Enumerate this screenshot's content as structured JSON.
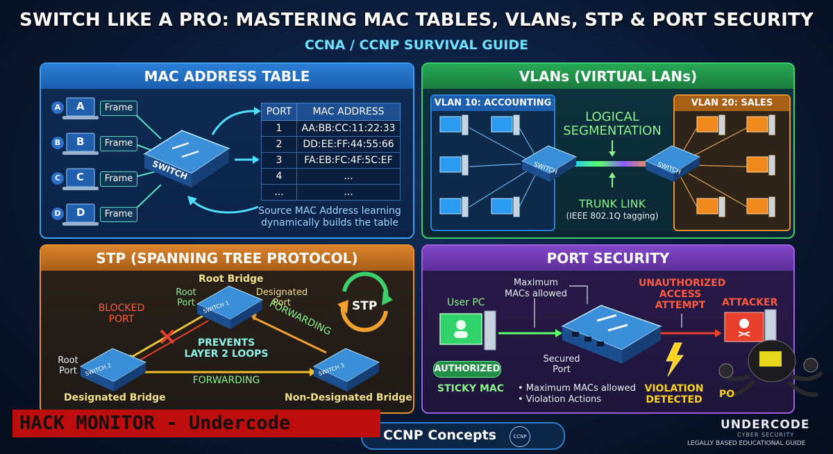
{
  "title": "SWITCH LIKE A PRO: MASTERING MAC TABLES, VLANs, STP & PORT SECURITY",
  "subtitle": "CCNA / CCNP SURVIVAL GUIDE",
  "mac_panel": {
    "heading": "MAC ADDRESS TABLE",
    "hosts": [
      {
        "letter": "A",
        "label": "A"
      },
      {
        "letter": "B",
        "label": "B"
      },
      {
        "letter": "C",
        "label": "C"
      },
      {
        "letter": "D",
        "label": "D"
      }
    ],
    "frame_label": "Frame",
    "switch_label": "SWITCH",
    "table": {
      "headers": [
        "PORT",
        "MAC ADDRESS"
      ],
      "rows": [
        [
          "1",
          "AA:BB:CC:11:22:33"
        ],
        [
          "2",
          "DD:EE:FF:44:55:66"
        ],
        [
          "3",
          "FA:EB:FC:4F:5C:EF"
        ],
        [
          "4",
          "..."
        ],
        [
          "...",
          "..."
        ]
      ]
    },
    "note_line1": "Source MAC Address learning",
    "note_line2": "dynamically builds the table"
  },
  "vlan_panel": {
    "heading": "VLANs (VIRTUAL LANs)",
    "vlan10": "VLAN 10: ACCOUNTING",
    "vlan20": "VLAN 20: SALES",
    "segmentation_line1": "LOGICAL",
    "segmentation_line2": "SEGMENTATION",
    "trunk": "TRUNK LINK",
    "trunk_note": "(IEEE 802.1Q tagging)",
    "switch_label": "SWITCH"
  },
  "stp_panel": {
    "heading": "STP (SPANNING TREE PROTOCOL)",
    "root_bridge": "Root Bridge",
    "root_port_top": "Root Port",
    "designated_port": "Designated Port",
    "blocked_port_line1": "BLOCKED",
    "blocked_port_line2": "PORT",
    "prevents_line1": "PREVENTS",
    "prevents_line2": "LAYER 2 LOOPS",
    "forwarding_diag": "FORWARDING",
    "forwarding_bottom": "FORWARDING",
    "root_port_left": "Root Port",
    "designated_bridge": "Designated Bridge",
    "non_designated_bridge": "Non-Designated Bridge",
    "stp_badge": "STP",
    "switch1": "SWITCH 1",
    "switch2": "SWITCH 2",
    "switch3": "SWITCH 3"
  },
  "port_panel": {
    "heading": "PORT SECURITY",
    "max_macs_line1": "Maximum",
    "max_macs_line2": "MACs allowed",
    "user_pc": "User PC",
    "authorized": "AUTHORIZED",
    "sticky_mac": "STICKY MAC",
    "secured_line1": "Secured",
    "secured_line2": "Port",
    "bullet1": "• Maximum MACs allowed",
    "bullet2": "• Violation Actions",
    "unauth_line1": "UNAUTHORIZED",
    "unauth_line2": "ACCESS",
    "unauth_line3": "ATTEMPT",
    "attacker": "ATTACKER",
    "violation_line1": "VIOLATION",
    "violation_line2": "DETECTED",
    "partial_text": "PO"
  },
  "banner": "HACK MONITOR - Undercode",
  "bottom_bar": {
    "text": "CCNP Concepts",
    "badge": "CCNP"
  },
  "logo": {
    "name": "UNDERCODE",
    "sub": "CYBER SECURITY"
  },
  "footer_note": "LEGALLY BASED EDUCATIONAL GUIDE",
  "colors": {
    "mac": "#3aa0f0",
    "vlan": "#3ccf6a",
    "stp": "#e6912c",
    "port": "#9d5ee0",
    "blocked": "#e8402c"
  }
}
